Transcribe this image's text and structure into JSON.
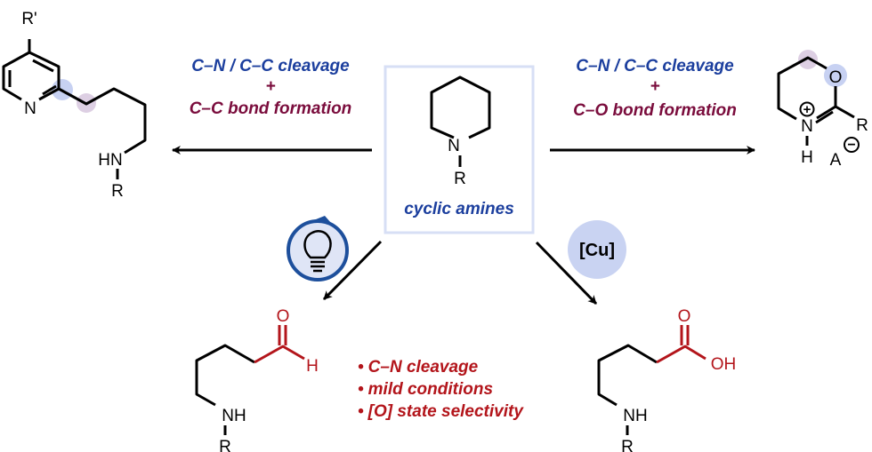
{
  "colors": {
    "blue_text": "#1c3f9e",
    "maroon_text": "#7a0c3c",
    "red_text": "#b3151b",
    "box_border": "#d7dff5",
    "highlight_blue": "#c7d1f2",
    "highlight_purple": "#ddcfe3",
    "cu_circle": "#c9d3f2",
    "light_ring": "#1d4f9c"
  },
  "center": {
    "substrate_label": "cyclic amines",
    "atom_N": "N",
    "atom_R": "R"
  },
  "left_pathway": {
    "line1": "C–N / C–C cleavage",
    "plus": "+",
    "line2": "C–C bond formation",
    "product": {
      "substituent": "R'",
      "ring_N": "N",
      "amine": "HN",
      "R": "R"
    }
  },
  "right_pathway": {
    "line1": "C–N / C–C cleavage",
    "plus": "+",
    "line2": "C–O bond formation",
    "product": {
      "ring_O": "O",
      "ring_N": "N",
      "charge_plus": "+",
      "H": "H",
      "R": "R",
      "anion": "A",
      "charge_minus": "−"
    }
  },
  "bottom_left": {
    "catalyst_icon": "lightbulb-photocatalysis-icon",
    "product": {
      "O": "O",
      "H": "H",
      "amine": "NH",
      "R": "R"
    }
  },
  "bottom_right": {
    "catalyst_label": "[Cu]",
    "product": {
      "O": "O",
      "OH": "OH",
      "amine": "NH",
      "R": "R"
    }
  },
  "features": [
    "C–N cleavage",
    "mild conditions",
    "[O] state selectivity"
  ],
  "bullet": "•"
}
